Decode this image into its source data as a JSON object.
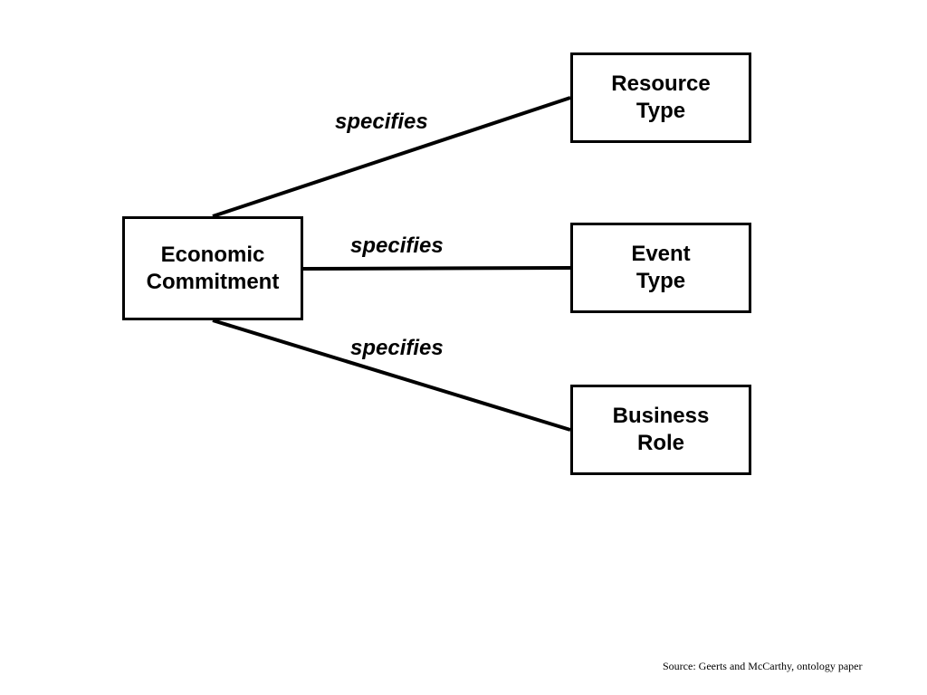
{
  "nodes": {
    "economic_commitment": {
      "line1": "Economic",
      "line2": "Commitment"
    },
    "resource_type": {
      "line1": "Resource",
      "line2": "Type"
    },
    "event_type": {
      "line1": "Event",
      "line2": "Type"
    },
    "business_role": {
      "line1": "Business",
      "line2": "Role"
    }
  },
  "edges": [
    {
      "from": "Economic Commitment",
      "to": "Resource Type",
      "label": "specifies"
    },
    {
      "from": "Economic Commitment",
      "to": "Event Type",
      "label": "specifies"
    },
    {
      "from": "Economic Commitment",
      "to": "Business Role",
      "label": "specifies"
    }
  ],
  "source": "Source: Geerts and McCarthy, ontology paper",
  "colors": {
    "stroke": "#000000",
    "background": "#ffffff"
  }
}
